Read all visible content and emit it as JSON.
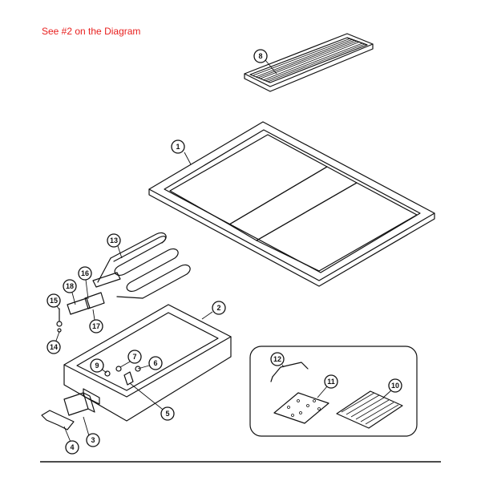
{
  "caption": "See #2 on the Diagram",
  "callouts": {
    "c1": "1",
    "c2": "2",
    "c3": "3",
    "c4": "4",
    "c5": "5",
    "c6": "6",
    "c7": "7",
    "c8": "8",
    "c9": "9",
    "c10": "10",
    "c11": "11",
    "c12": "12",
    "c13": "13",
    "c14": "14",
    "c15": "15",
    "c16": "16",
    "c17": "17",
    "c18": "18"
  }
}
